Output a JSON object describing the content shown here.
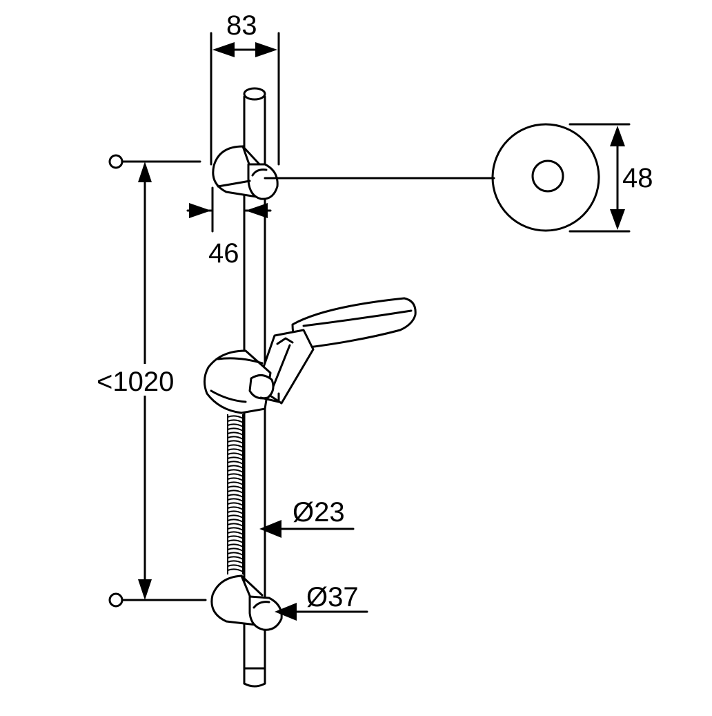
{
  "dimensions": {
    "top_width": "83",
    "bracket_offset": "46",
    "overall_height": "<1020",
    "rosette_diameter": "48",
    "rail_diameter": "Ø23",
    "bracket_diameter": "Ø37"
  },
  "colors": {
    "line": "#000000",
    "background": "#ffffff"
  }
}
